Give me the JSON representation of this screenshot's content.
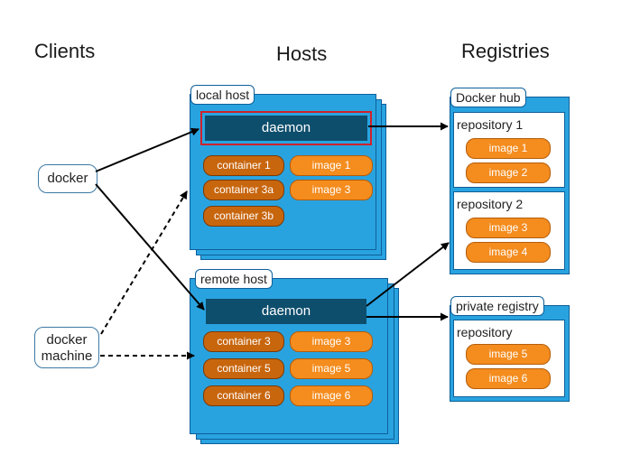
{
  "columns": {
    "clients": "Clients",
    "hosts": "Hosts",
    "registries": "Registries"
  },
  "clients": {
    "docker": "docker",
    "docker_machine_line1": "docker",
    "docker_machine_line2": "machine"
  },
  "local_host": {
    "label": "local host",
    "daemon": "daemon",
    "containers": [
      "container 1",
      "container 3a",
      "container 3b"
    ],
    "images": [
      "image 1",
      "image 3"
    ]
  },
  "remote_host": {
    "label": "remote host",
    "daemon": "daemon",
    "containers": [
      "container 3",
      "container 5",
      "container 6"
    ],
    "images": [
      "image 3",
      "image 5",
      "image 6"
    ]
  },
  "docker_hub": {
    "label": "Docker hub",
    "repositories": [
      {
        "label": "repository 1",
        "images": [
          "image 1",
          "image 2"
        ]
      },
      {
        "label": "repository 2",
        "images": [
          "image 3",
          "image 4"
        ]
      }
    ]
  },
  "private_registry": {
    "label": "private registry",
    "repository": {
      "label": "repository",
      "images": [
        "image 5",
        "image 6"
      ]
    }
  },
  "colors": {
    "panel_blue": "#29a3e0",
    "panel_border": "#0d5f99",
    "daemon_bg": "#0e4e6d",
    "container_orange": "#c8660e",
    "image_orange": "#f48c1e",
    "highlight_red": "#d0212a"
  }
}
